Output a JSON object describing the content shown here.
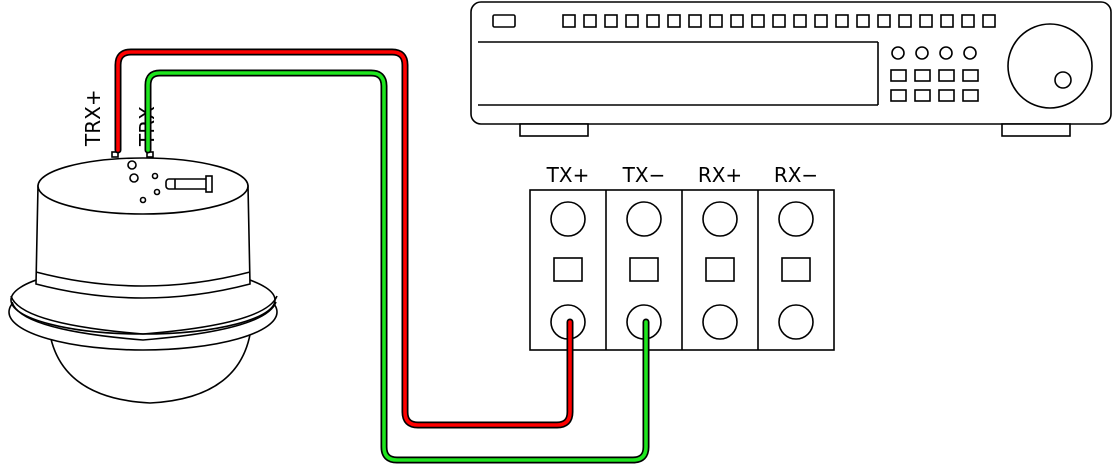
{
  "camera": {
    "labels": [
      "TRX+",
      "TRX−"
    ]
  },
  "terminal": {
    "labels": [
      "TX+",
      "TX−",
      "RX+",
      "RX−"
    ]
  },
  "colors": {
    "positive_wire": "#ff0000",
    "negative_wire": "#1ee61e",
    "wire_outline": "#000000"
  },
  "icons": {
    "camera": "ptz-dome-camera-icon",
    "recorder": "dvr-controller-icon"
  }
}
